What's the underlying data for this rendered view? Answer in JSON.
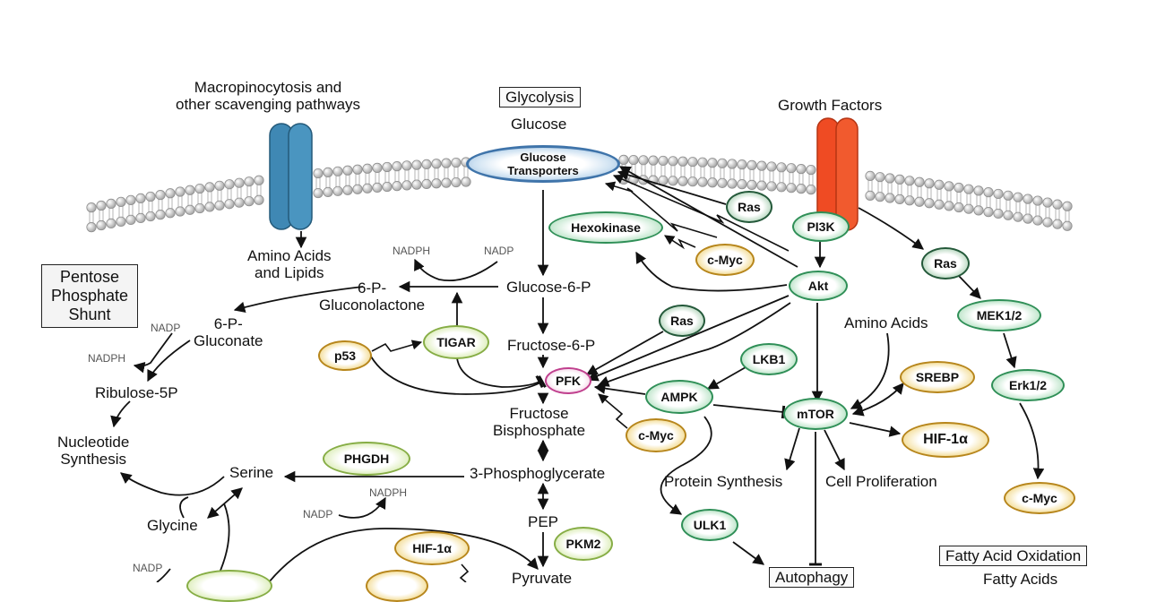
{
  "membrane_labels": {
    "macropinocytosis": "Macropinocytosis and\nother scavenging pathways",
    "glycolysis": "Glycolysis",
    "glucose": "Glucose",
    "growth_factors": "Growth Factors"
  },
  "nodes": {
    "glucose_transporters": "Glucose\nTransporters",
    "hexokinase": "Hexokinase",
    "ras_top": "Ras",
    "pi3k": "PI3K",
    "cmyc_hex": "c-Myc",
    "akt": "Akt",
    "ras_right": "Ras",
    "mek": "MEK1/2",
    "erk": "Erk1/2",
    "cmyc_erk": "c-Myc",
    "ras_mid": "Ras",
    "lkb1": "LKB1",
    "ampk": "AMPK",
    "mtor": "mTOR",
    "srebp": "SREBP",
    "hif_mtor": "HIF-1α",
    "pfk": "PFK",
    "p53": "p53",
    "tigar": "TIGAR",
    "cmyc_pfk": "c-Myc",
    "phgdh": "PHGDH",
    "ulk1": "ULK1",
    "pkm2": "PKM2",
    "hif_bottom": "HIF-1α"
  },
  "metabolites": {
    "amino_acids_lipids": "Amino Acids\nand Lipids",
    "pentose_phosphate": "Pentose\nPhosphate\nShunt",
    "six_p_gluconolactone": "6-P-\nGluconolactone",
    "six_p_gluconate": "6-P-\nGluconate",
    "ribulose": "Ribulose-5P",
    "nucleotide": "Nucleotide\nSynthesis",
    "glucose6p": "Glucose-6-P",
    "fructose6p": "Fructose-6-P",
    "fructose_bis": "Fructose\nBisphosphate",
    "three_pg": "3-Phosphoglycerate",
    "pep": "PEP",
    "pyruvate": "Pyruvate",
    "serine": "Serine",
    "glycine": "Glycine",
    "amino_acids": "Amino Acids",
    "protein_synthesis": "Protein Synthesis",
    "cell_proliferation": "Cell Proliferation",
    "autophagy": "Autophagy",
    "fatty_acid_oxidation": "Fatty Acid Oxidation",
    "fatty_acids": "Fatty Acids"
  },
  "cofactors": {
    "nadph_top": "NADPH",
    "nadp_top": "NADP",
    "nadp_left": "NADP",
    "nadph_left": "NADPH",
    "nadph_mid": "NADPH",
    "nadp_mid": "NADP",
    "nadp_bottom": "NADP"
  },
  "colors": {
    "membrane_bead": "#d8d8d8",
    "channel_blue": "#3f88b4",
    "receptor_red": "#ef4b23",
    "green_node": "#2f8f57",
    "yellow_node": "#b7861c",
    "pink_node": "#c0408e"
  }
}
